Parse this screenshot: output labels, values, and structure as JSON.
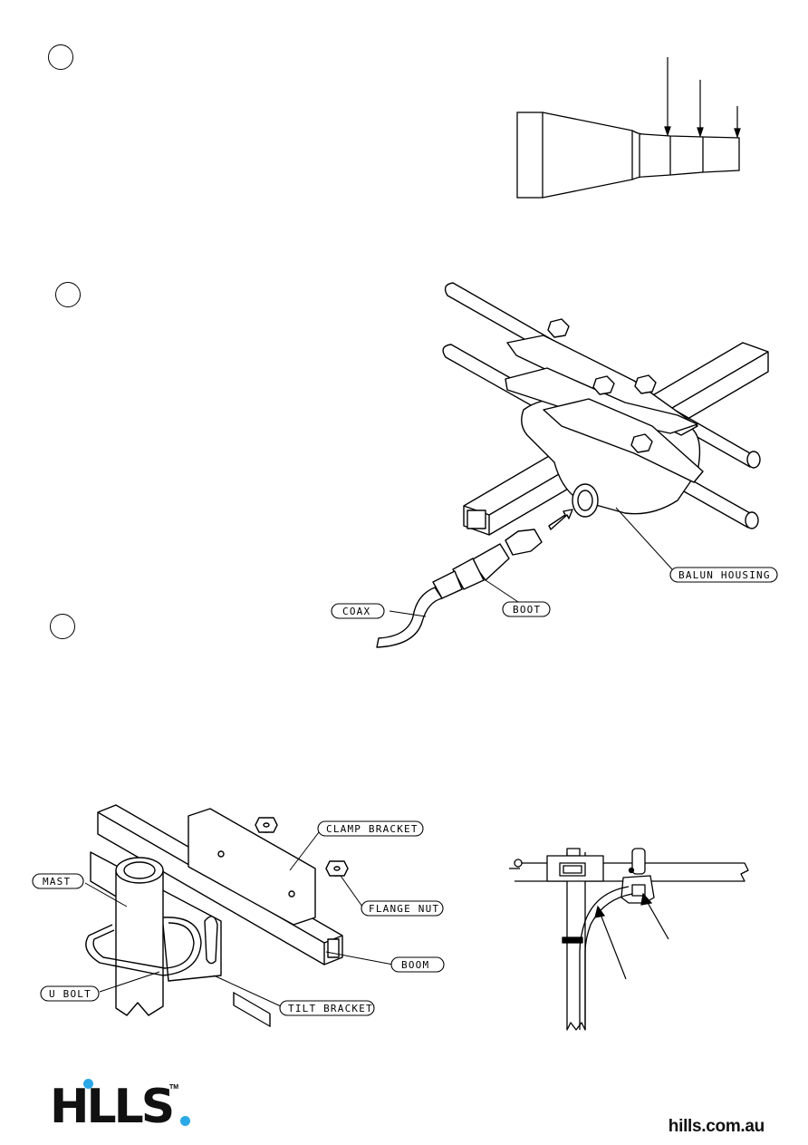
{
  "steps": [
    {
      "id": "step-1"
    },
    {
      "id": "step-2"
    },
    {
      "id": "step-3"
    }
  ],
  "figure_connector": {
    "labels": {
      "coax": "COAX",
      "boot": "BOOT",
      "balun_housing": "BALUN HOUSING"
    }
  },
  "figure_mount": {
    "labels": {
      "mast": "MAST",
      "u_bolt": "U BOLT",
      "clamp_bracket": "CLAMP BRACKET",
      "flange_nut": "FLANGE NUT",
      "boom": "BOOM",
      "tilt_bracket": "TILT BRACKET"
    }
  },
  "footer": {
    "brand": "HLLS",
    "trademark": "TM",
    "website": "hills.com.au",
    "brand_color": "#2aa8e8"
  }
}
